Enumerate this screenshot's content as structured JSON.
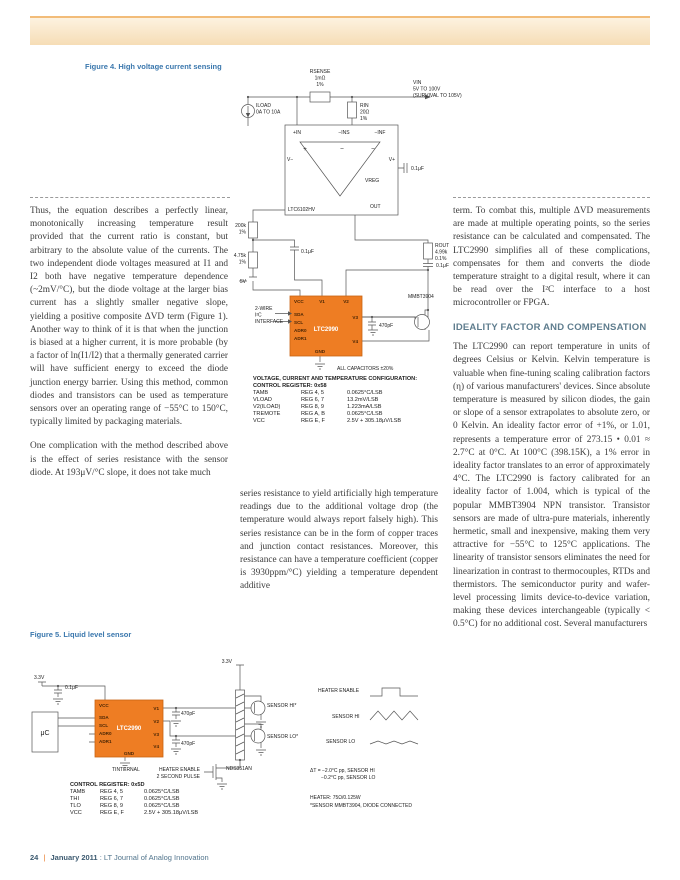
{
  "figure4": {
    "caption": "Figure 4. High voltage current sensing",
    "labels": {
      "rsense": "RSENSE",
      "rsense_val": "1mΩ",
      "rsense_tol": "1%",
      "vin": "VIN",
      "vin_range": "5V TO 100V",
      "vin_surv": "(SURVIVAL TO 105V)",
      "iload": "ILOAD",
      "iload_range": "0A TO 10A",
      "rin": "RIN",
      "rin_val": "20Ω",
      "rin_tol": "1%",
      "pin_in": "+IN",
      "pin_ins": "−INS",
      "pin_inf": "−INF",
      "plus": "+",
      "minus": "−",
      "vminus": "V−",
      "vplus": "V+",
      "vreg": "VREG",
      "out": "OUT",
      "opamp": "LTC6102HV",
      "cap1": "0.1μF",
      "cap2": "0.1μF",
      "cap3": "0.1μF",
      "r200k": "200k",
      "r200k_tol": "1%",
      "r475k": "4.75k",
      "r475k_tol": "1%",
      "rout": "ROUT",
      "rout_val": "4.99k",
      "rout_tol": "0.1%",
      "v5": "5V",
      "w1": "2-WIRE",
      "w2": "I²C",
      "w3": "INTERFACE",
      "p_vcc": "VCC",
      "p_v1": "V1",
      "p_v2": "V2",
      "p_v3": "V3",
      "p_v4": "V4",
      "p_sda": "SDA",
      "p_scl": "SCL",
      "p_adr0": "ADR0",
      "p_adr1": "ADR1",
      "p_gnd": "GND",
      "chip": "LTC2990",
      "mmbt": "MMBT3904",
      "c470": "470pF",
      "allcaps": "ALL CAPACITORS ±20%"
    },
    "config": {
      "title": "VOLTAGE, CURRENT AND TEMPERATURE CONFIGURATION:",
      "control": "CONTROL REGISTER: 0x58",
      "rows": [
        {
          "name": "TAMB",
          "reg": "REG 4, 5",
          "value": "0.0625°C/LSB"
        },
        {
          "name": "VLOAD",
          "reg": "REG 6, 7",
          "value": "13.2mV/LSB"
        },
        {
          "name": "V2(ILOAD)",
          "reg": "REG 8, 9",
          "value": "1.223mA/LSB"
        },
        {
          "name": "TREMOTE",
          "reg": "REG A, B",
          "value": "0.0625°C/LSB"
        },
        {
          "name": "VCC",
          "reg": "REG E, F",
          "value": "2.5V + 305.18μV/LSB"
        }
      ]
    }
  },
  "figure5": {
    "caption": "Figure 5. Liquid level sensor",
    "labels": {
      "v33a": "3.3V",
      "v33b": "3.3V",
      "cap01": "0.1μF",
      "uc": "μC",
      "chip": "LTC2990",
      "p_vcc": "VCC",
      "p_sda": "SDA",
      "p_scl": "SCL",
      "p_adr0": "ADR0",
      "p_adr1": "ADR1",
      "p_v1": "V1",
      "p_v2": "V2",
      "p_v3": "V3",
      "p_v4": "V4",
      "p_gnd": "GND",
      "c470a": "470pF",
      "c470b": "470pF",
      "sensor_hi": "SENSOR HI*",
      "sensor_lo": "SENSOR LO*",
      "tinternal": "TINTERNAL",
      "he1": "HEATER ENABLE",
      "he2": "2 SECOND PULSE",
      "nds": "NDS351AN",
      "wf_heater": "HEATER ENABLE",
      "wf_hi": "SENSOR HI",
      "wf_lo": "SENSOR LO",
      "dt1": "ΔT = −2.0°C pp, SENSOR HI",
      "dt2": "−0.2°C pp, SENSOR LO",
      "heater_note": "HEATER: 75Ω/0.125W",
      "sensor_note": "*SENSOR MMBT3904, DIODE CONNECTED"
    },
    "config": {
      "control": "CONTROL REGISTER: 0x5D",
      "rows": [
        {
          "name": "TAMB",
          "reg": "REG 4, 5",
          "value": "0.0625°C/LSB"
        },
        {
          "name": "THI",
          "reg": "REG 6, 7",
          "value": "0.0625°C/LSB"
        },
        {
          "name": "TLO",
          "reg": "REG 8, 9",
          "value": "0.0625°C/LSB"
        },
        {
          "name": "VCC",
          "reg": "REG E, F",
          "value": "2.5V + 305.18μV/LSB"
        }
      ]
    }
  },
  "article": {
    "left": {
      "p1": "Thus, the equation describes a perfectly linear, monotonically increasing temperature result provided that the current ratio is constant, but arbitrary to the absolute value of the currents. The two independent diode voltages measured at I1 and I2 both have negative temperature dependence (~2mV/°C), but the diode voltage at the larger bias current has a slightly smaller negative slope, yielding a positive composite ΔVD term (Figure 1). Another way to think of it is that when the junction is biased at a higher current, it is more probable (by a factor of ln(I1/I2) that a thermally generated carrier will have sufficient energy to exceed the diode junction energy barrier. Using this method, common diodes and transistors can be used as temperature sensors over an operating range of −55°C to 150°C, typically limited by packaging materials.",
      "p2": "One complication with the method described above is the effect of series resistance with the sensor diode. At 193μV/°C slope, it does not take much"
    },
    "middle": {
      "p1": "series resistance to yield artificially high temperature readings due to the additional voltage drop (the temperature would always report falsely high). This series resistance can be in the form of copper traces and junction contact resistances. Moreover, this resistance can have a temperature coefficient (copper is 3930ppm/°C) yielding a temperature dependent additive"
    },
    "right": {
      "p1": "term. To combat this, multiple ΔVD measurements are made at multiple operating points, so the series resistance can be calculated and compensated. The LTC2990 simplifies all of these complications, compensates for them and converts the diode temperature straight to a digital result, where it can be read over the I²C interface to a host microcontroller or FPGA.",
      "heading": "IDEALITY FACTOR AND COMPENSATION",
      "p2": "The LTC2990 can report temperature in units of degrees Celsius or Kelvin. Kelvin temperature is valuable when fine-tuning scaling calibration factors (η) of various manufacturers' devices. Since absolute temperature is measured by silicon diodes, the gain or slope of a sensor extrapolates to absolute zero, or 0 Kelvin. An ideality factor error of +1%, or 1.01, represents a temperature error of 273.15 • 0.01 ≈ 2.7°C at 0°C. At 100°C (398.15K), a 1% error in ideality factor translates to an error of approximately 4°C. The LTC2990 is factory calibrated for an ideality factor of 1.004, which is typical of the popular MMBT3904 NPN transistor. Transistor sensors are made of ultra-pure materials, inherently hermetic, small and inexpensive, making them very attractive for −55°C to 125°C applications. The linearity of transistor sensors eliminates the need for linearization in contrast to thermocouples, RTDs and thermistors. The semiconductor purity and wafer-level processing limits device-to-device variation, making these devices interchangeable (typically < 0.5°C) for no additional cost. Several manufacturers"
    }
  },
  "footer": {
    "page": "24",
    "sep": "|",
    "date": "January 2011",
    "title": ": LT Journal of Analog Innovation"
  }
}
